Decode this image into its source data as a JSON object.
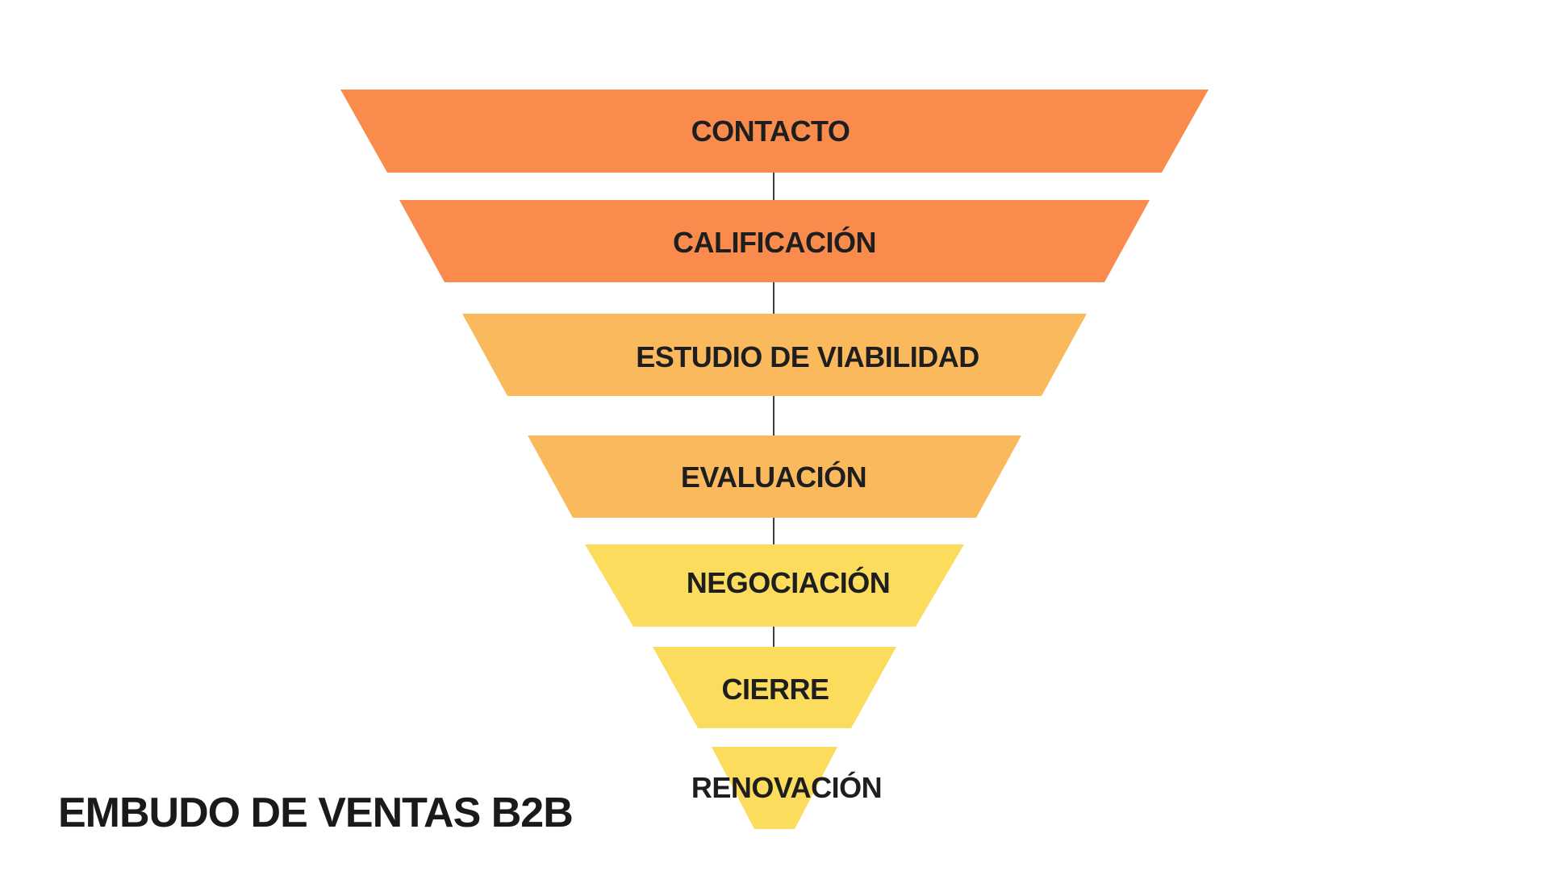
{
  "title": "EMBUDO DE VENTAS B2B",
  "title_color": "#1A1A1A",
  "funnel": {
    "label_color": "#1E1E1E",
    "connector_color": "#3F3F3F",
    "stages": [
      {
        "label": "CONTACTO",
        "color": "#F98C4D"
      },
      {
        "label": "CALIFICACIÓN",
        "color": "#F98C4D"
      },
      {
        "label": "ESTUDIO DE VIABILIDAD",
        "color": "#FBB95D"
      },
      {
        "label": "EVALUACIÓN",
        "color": "#FBB95D"
      },
      {
        "label": "NEGOCIACIÓN",
        "color": "#FBDC5D"
      },
      {
        "label": "CIERRE",
        "color": "#FBDC5D"
      },
      {
        "label": "RENOVACIÓN",
        "color": "#FBDC5D"
      }
    ]
  }
}
